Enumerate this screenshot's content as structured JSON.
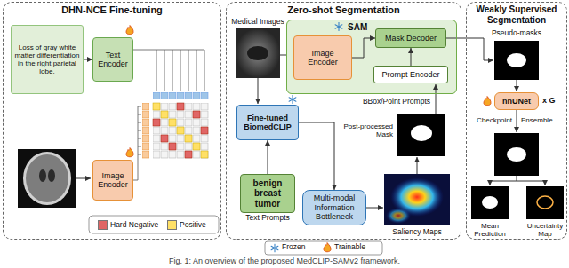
{
  "diagram": {
    "caption": "Fig. 1: An overview of the proposed MedCLIP-SAMv2 framework.",
    "nodes": [
      {
        "text": [
          "DHN-NCE Fine-tuning"
        ]
      },
      {
        "text": [
          "Loss of gray white matter differentiation in the right parietal lobe."
        ],
        "in": 0
      },
      {
        "text": [
          "Text Encoder"
        ],
        "in": 0
      },
      {
        "text": [
          "Image Encoder"
        ],
        "in": 0
      },
      {
        "text": [
          "Zero-shot Segmentation"
        ]
      },
      {
        "text": [
          "SAM"
        ],
        "in": 4
      },
      {
        "text": [
          "Image Encoder"
        ],
        "in": 5
      },
      {
        "text": [
          "Mask Decoder"
        ],
        "in": 5
      },
      {
        "text": [
          "Prompt Encoder"
        ],
        "in": 5
      },
      {
        "text": [
          "Fine-tuned BiomedCLIP"
        ],
        "in": 4
      },
      {
        "text": [
          "benign breast tumor",
          "Text Prompts"
        ],
        "in": 4
      },
      {
        "text": [
          "Multi-modal Information Bottleneck"
        ],
        "in": 4
      },
      {
        "text": [
          "Weakly Supervised Segmentation"
        ]
      },
      {
        "text": [
          "nnUNet"
        ],
        "in": 12
      }
    ],
    "edges": [
      {
        "from": 1,
        "to": 2,
        "arrow": "to"
      },
      {
        "from": 6,
        "to": 7,
        "arrow": "to"
      },
      {
        "from": 8,
        "to": 7,
        "arrow": "to"
      },
      {
        "from": 10,
        "to": 9,
        "arrow": "to"
      },
      {
        "from": 9,
        "to": 11,
        "arrow": "to"
      }
    ],
    "labels": [
      "Medical Images",
      "BBox/Point Prompts",
      "Post-processed Mask",
      "Saliency Maps",
      "Pseudo-masks",
      "x G",
      "Checkpoint",
      "Ensemble",
      "Mean Prediction",
      "Uncertainty Map"
    ],
    "legend": [
      {
        "text": "Hard Negative",
        "color": "#e06666"
      },
      {
        "text": "Positive",
        "color": "#ffe066"
      },
      {
        "text": "Frozen"
      },
      {
        "text": "Trainable"
      }
    ]
  }
}
